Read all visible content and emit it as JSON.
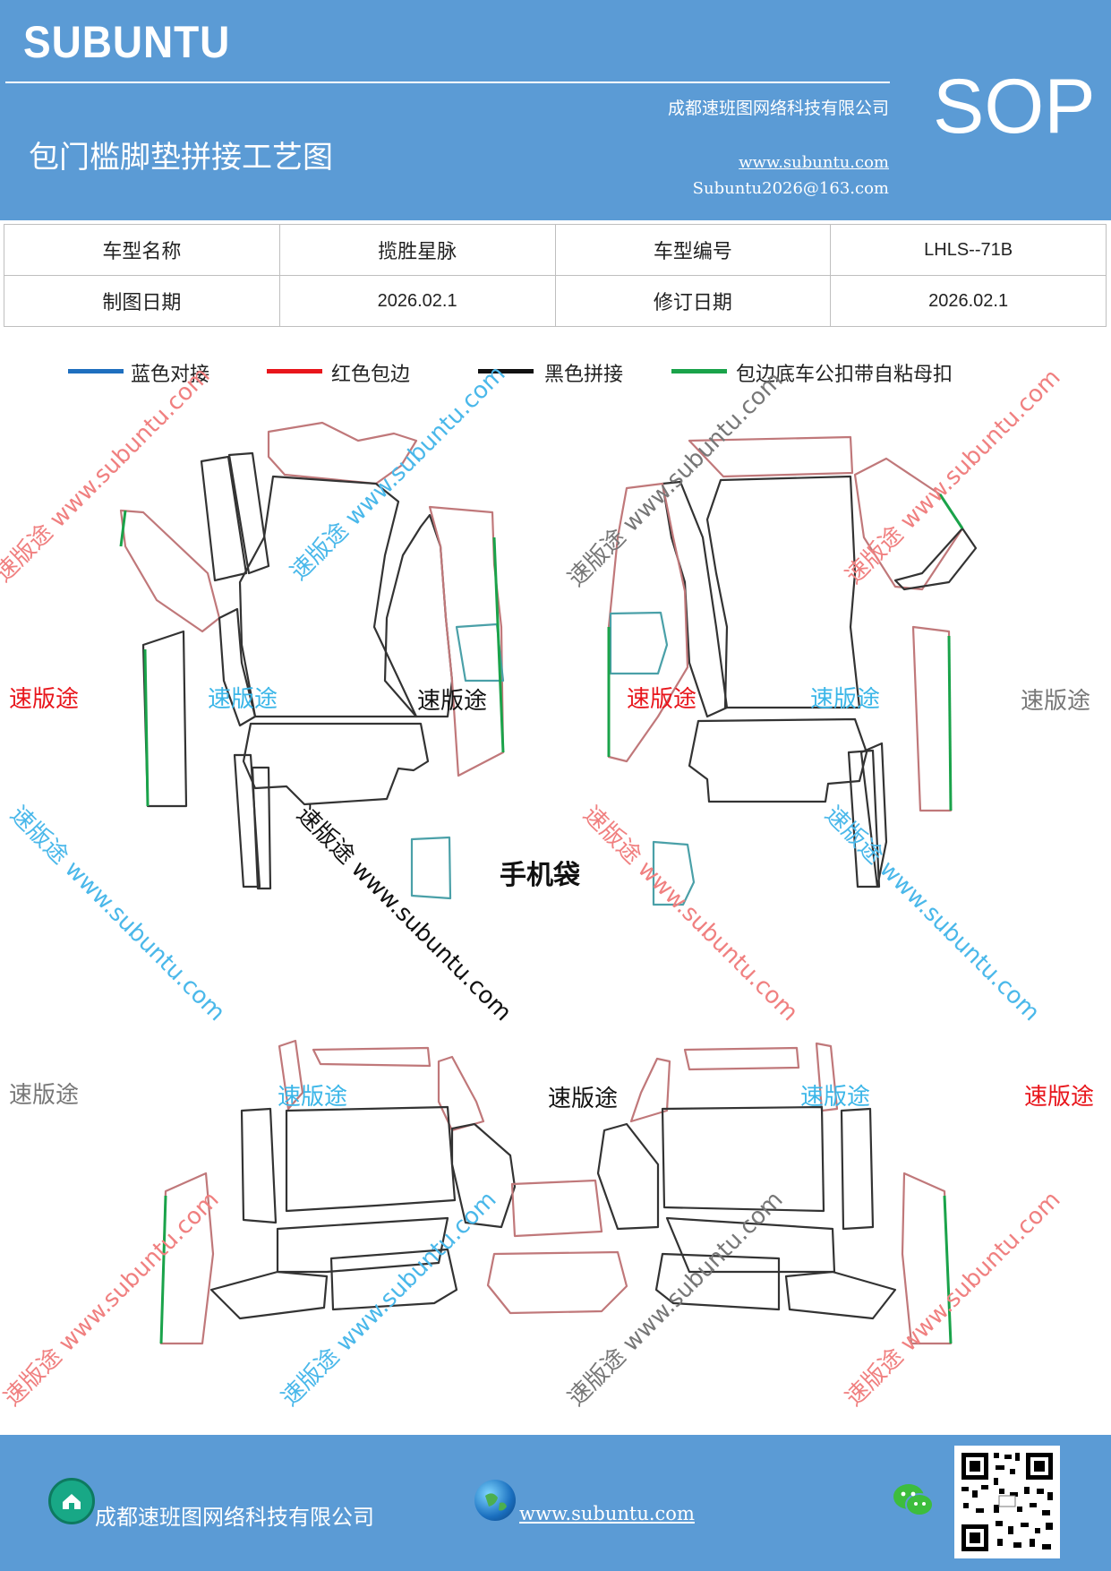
{
  "header": {
    "brand": "SUBUNTU",
    "title": "包门槛脚垫拼接工艺图",
    "company": "成都速班图网络科技有限公司",
    "website": "www.subuntu.com",
    "email": "Subuntu2026@163.com",
    "badge": "SOP"
  },
  "info": {
    "model_name_label": "车型名称",
    "model_name": "揽胜星脉",
    "model_code_label": "车型编号",
    "model_code": "LHLS--71B",
    "draw_date_label": "制图日期",
    "draw_date": "2026.02.1",
    "revise_date_label": "修订日期",
    "revise_date": "2026.02.1"
  },
  "legend": {
    "blue": {
      "label": "蓝色对接",
      "color": "#1f6fbf"
    },
    "red": {
      "label": "红色包边",
      "color": "#e8151b"
    },
    "black": {
      "label": "黑色拼接",
      "color": "#111111"
    },
    "green": {
      "label": "包边底车公扣带自粘母扣",
      "color": "#1aa34a"
    }
  },
  "watermarks": {
    "brand": "速版途",
    "url": "www.subuntu.com",
    "combo": "速版途 www.subuntu.com"
  },
  "diagram": {
    "phone_bag_label": "手机袋"
  },
  "footer": {
    "company": "成都速班图网络科技有限公司",
    "website": "www.subuntu.com "
  }
}
